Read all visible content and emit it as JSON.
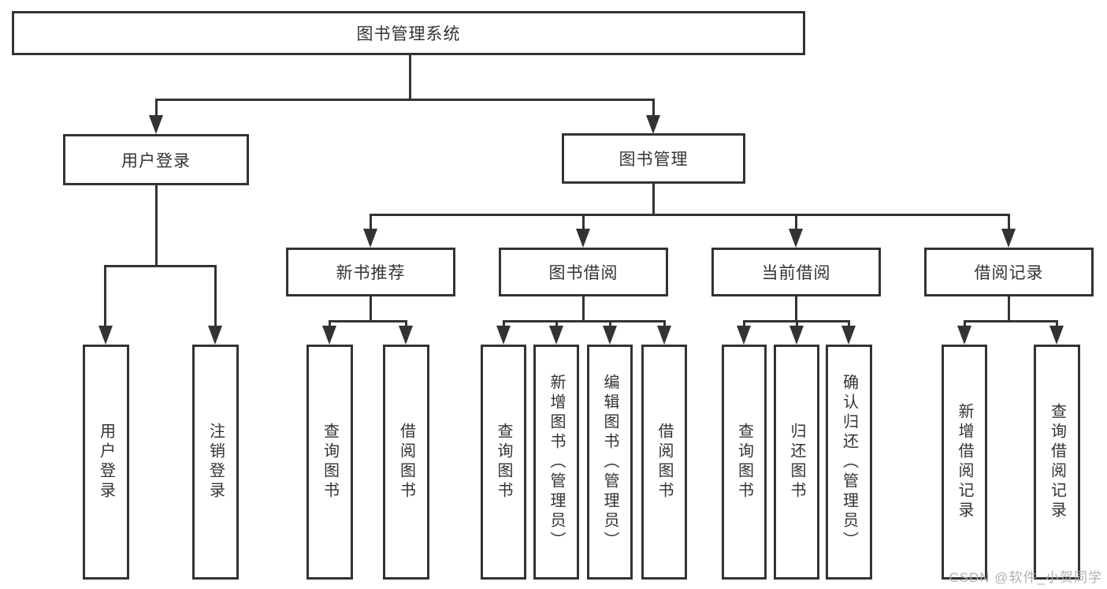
{
  "diagram": {
    "root": {
      "label": "图书管理系统"
    },
    "branches": [
      {
        "label": "用户登录",
        "children": [
          {
            "label": "用户登录"
          },
          {
            "label": "注销登录"
          }
        ]
      },
      {
        "label": "图书管理",
        "children": [
          {
            "label": "新书推荐",
            "children": [
              {
                "label": "查询图书"
              },
              {
                "label": "借阅图书"
              }
            ]
          },
          {
            "label": "图书借阅",
            "children": [
              {
                "label": "查询图书"
              },
              {
                "label": "新增图书（管理员）"
              },
              {
                "label": "编辑图书（管理员）"
              },
              {
                "label": "借阅图书"
              }
            ]
          },
          {
            "label": "当前借阅",
            "children": [
              {
                "label": "查询图书"
              },
              {
                "label": "归还图书"
              },
              {
                "label": "确认归还（管理员）"
              }
            ]
          },
          {
            "label": "借阅记录",
            "children": [
              {
                "label": "新增借阅记录"
              },
              {
                "label": "查询借阅记录"
              }
            ]
          }
        ]
      }
    ]
  },
  "watermark": {
    "text": "CSDN @软件_小贺同学"
  },
  "colors": {
    "line": "#333333",
    "text": "#333333",
    "box_fill": "#ffffff",
    "watermark": "#b0b0b0",
    "background": "#ffffff"
  }
}
